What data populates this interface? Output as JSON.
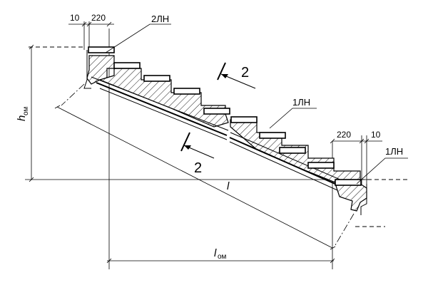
{
  "dimensions": {
    "top_gap": "10",
    "top_tread": "220",
    "bottom_tread": "220",
    "bottom_gap": "10",
    "span_l": "l",
    "span_l_om": "l",
    "span_l_om_sub": "ом",
    "height_h": "h",
    "height_h_sub": "ом"
  },
  "callouts": {
    "top_plate": "2ЛН",
    "middle_plate": "1ЛН",
    "bottom_plate": "1ЛН"
  },
  "section_marks": {
    "upper": "2",
    "lower": "2"
  }
}
